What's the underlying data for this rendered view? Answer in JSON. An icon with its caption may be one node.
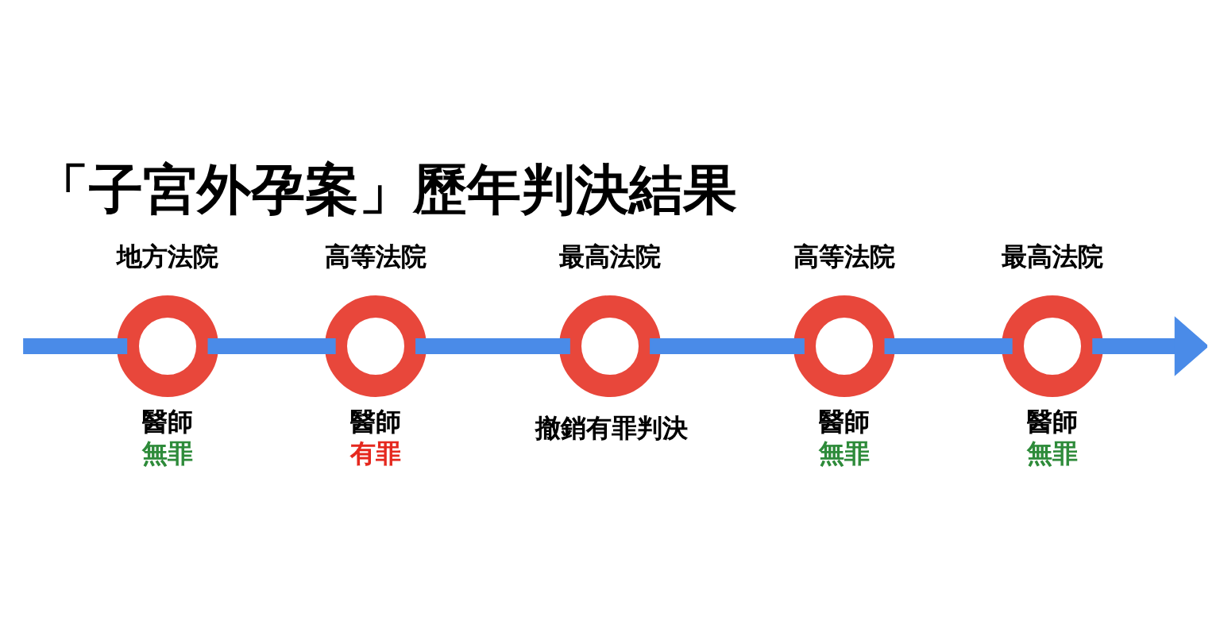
{
  "diagram": {
    "title": "「子宮外孕案」歷年判決結果",
    "nodes": [
      {
        "text": [],
        "shape": "circle",
        "beside": [
          "地方法院",
          "醫師",
          "無罪"
        ]
      },
      {
        "text": [],
        "shape": "circle",
        "beside": [
          "高等法院",
          "醫師",
          "有罪"
        ]
      },
      {
        "text": [],
        "shape": "circle",
        "beside": [
          "最高法院",
          "撤銷有罪判決"
        ]
      },
      {
        "text": [],
        "shape": "circle",
        "beside": [
          "高等法院",
          "醫師",
          "無罪"
        ]
      },
      {
        "text": [],
        "shape": "circle",
        "beside": [
          "最高法院",
          "醫師",
          "無罪"
        ]
      }
    ],
    "edges": [
      {
        "from": null,
        "to": 0,
        "arrow": "none"
      },
      {
        "from": 0,
        "to": 1,
        "arrow": "none"
      },
      {
        "from": 1,
        "to": 2,
        "arrow": "none"
      },
      {
        "from": 2,
        "to": 3,
        "arrow": "none"
      },
      {
        "from": 3,
        "to": 4,
        "arrow": "none"
      },
      {
        "from": 4,
        "to": null,
        "arrow": "to"
      }
    ]
  }
}
